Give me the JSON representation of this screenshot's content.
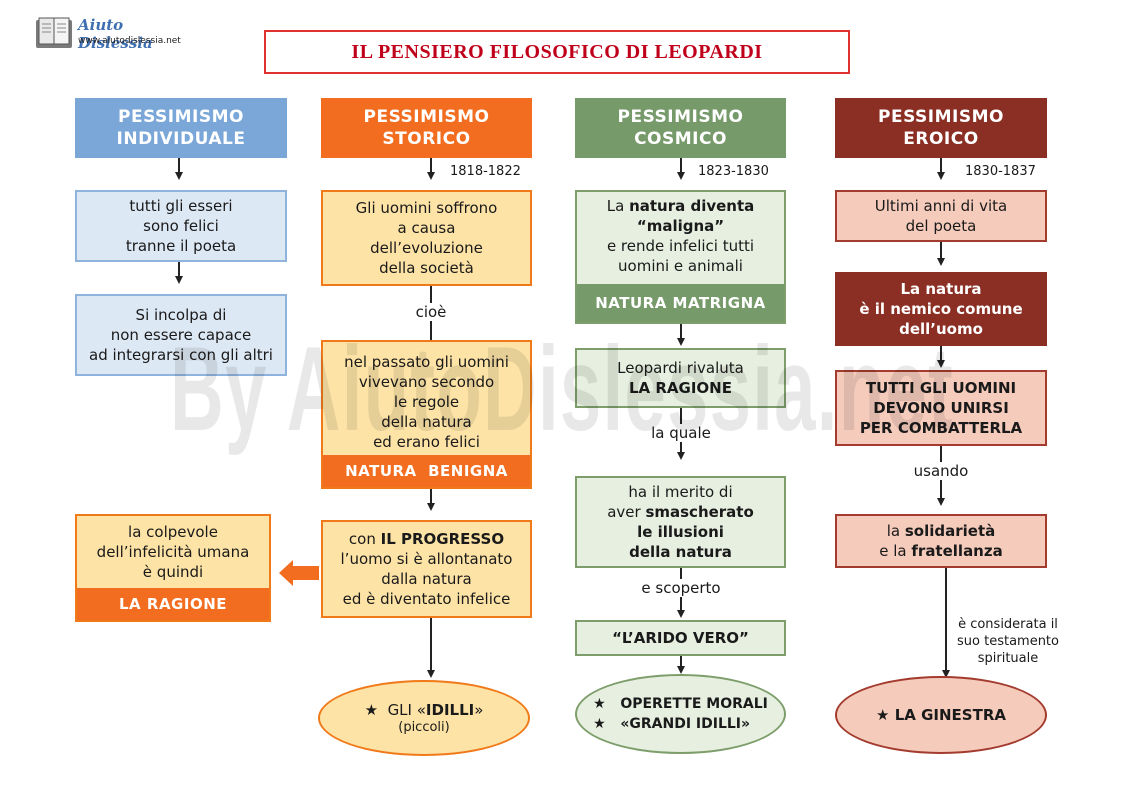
{
  "logo": {
    "name": "Aiuto Dislessia",
    "url": "www.aiutodislessia.net"
  },
  "title": "IL PENSIERO FILOSOFICO DI LEOPARDI",
  "watermark": "By AiutoDislessia.net",
  "colors": {
    "blue": "#7aa7d8",
    "orange": "#f26d1f",
    "green": "#779a6a",
    "red": "#8b2e24",
    "title_red": "#c0001a"
  },
  "columns": {
    "individuale": {
      "header1": "PESSIMISMO",
      "header2": "INDIVIDUALE",
      "b1": [
        "tutti gli esseri",
        "sono felici",
        "tranne il poeta"
      ],
      "b2": [
        "Si incolpa di",
        "non essere capace",
        "ad integrarsi con gli altri"
      ],
      "b3": [
        "la colpevole",
        "dell’infelicità umana",
        "è quindi"
      ],
      "b3_band": "LA RAGIONE"
    },
    "storico": {
      "header1": "PESSIMISMO",
      "header2": "STORICO",
      "years": "1818-1822",
      "b1": [
        "Gli uomini soffrono",
        "a causa",
        "dell’evoluzione",
        "della società"
      ],
      "link1": "cioè",
      "b2": [
        "nel passato gli uomini",
        "vivevano secondo",
        "le regole",
        "della natura",
        "ed erano felici"
      ],
      "b2_band": "NATURA  BENIGNA",
      "b3_pre": "con ",
      "b3_bold": "IL PROGRESSO",
      "b3": [
        "l’uomo si è allontanato",
        "dalla natura",
        "ed è diventato infelice"
      ],
      "oval_star": "★",
      "oval_pre": "GLI «",
      "oval_bold": "IDILLI",
      "oval_post": "»",
      "oval_sub": "(piccoli)"
    },
    "cosmico": {
      "header1": "PESSIMISMO",
      "header2": "COSMICO",
      "years": "1823-1830",
      "b1_pre": "La ",
      "b1_bold1": "natura diventa",
      "b1_bold2": "“maligna”",
      "b1": [
        "e rende infelici tutti",
        "uomini e animali"
      ],
      "b1_band": "NATURA MATRIGNA",
      "b2_line1": "Leopardi rivaluta",
      "b2_bold": "LA RAGIONE",
      "link1": "la quale",
      "b3_l1": "ha il merito di",
      "b3_l2_pre": "aver ",
      "b3_l2_bold": "smascherato",
      "b3_bold1": "le illusioni",
      "b3_bold2": "della natura",
      "link2": "e scoperto",
      "b4": "“L’ARIDO VERO”",
      "oval_l1": "OPERETTE MORALI",
      "oval_l2": "«GRANDI IDILLI»",
      "oval_star": "★"
    },
    "eroico": {
      "header1": "PESSIMISMO",
      "header2": "EROICO",
      "years": "1830-1837",
      "b1": [
        "Ultimi anni di vita",
        "del poeta"
      ],
      "b2": [
        "La natura",
        "è il nemico comune",
        "dell’uomo"
      ],
      "b3": [
        "TUTTI GLI UOMINI",
        "DEVONO UNIRSI",
        "PER COMBATTERLA"
      ],
      "link1": "usando",
      "b4_pre": "la ",
      "b4_bold1": "solidarietà",
      "b4_mid": "e la ",
      "b4_bold2": "fratellanza",
      "link2": [
        "è considerata il",
        "suo testamento",
        "spirituale"
      ],
      "oval_star": "★",
      "oval_text": "LA GINESTRA"
    }
  }
}
